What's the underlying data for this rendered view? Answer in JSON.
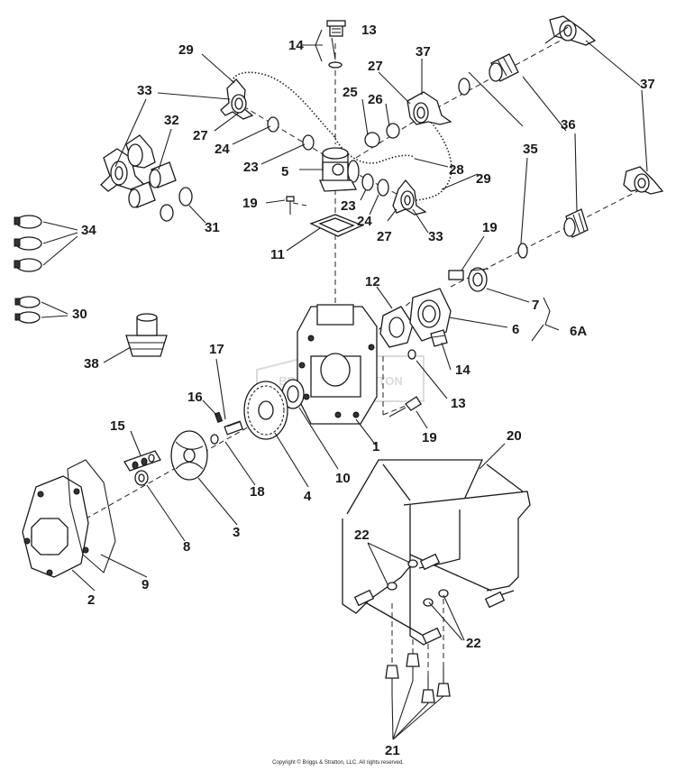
{
  "diagram": {
    "watermark": "BRIGGS & STRATTON",
    "copyright": "Copyright © Briggs & Stratton, LLC. All rights reserved.",
    "labels": {
      "p1": "1",
      "p2": "2",
      "p3": "3",
      "p4": "4",
      "p5": "5",
      "p6": "6",
      "p6a": "6A",
      "p7": "7",
      "p8": "8",
      "p9": "9",
      "p10": "10",
      "p11": "11",
      "p12": "12",
      "p13a": "13",
      "p13b": "13",
      "p14a": "14",
      "p14b": "14",
      "p15": "15",
      "p16": "16",
      "p17": "17",
      "p18": "18",
      "p19a": "19",
      "p19b": "19",
      "p19c": "19",
      "p20": "20",
      "p21": "21",
      "p22a": "22",
      "p22b": "22",
      "p23a": "23",
      "p23b": "23",
      "p24a": "24",
      "p24b": "24",
      "p25": "25",
      "p26": "26",
      "p27a": "27",
      "p27b": "27",
      "p27c": "27",
      "p28": "28",
      "p29a": "29",
      "p29b": "29",
      "p30": "30",
      "p31": "31",
      "p32": "32",
      "p33a": "33",
      "p33b": "33",
      "p34": "34",
      "p35": "35",
      "p36": "36",
      "p37a": "37",
      "p37b": "37",
      "p38": "38"
    }
  }
}
